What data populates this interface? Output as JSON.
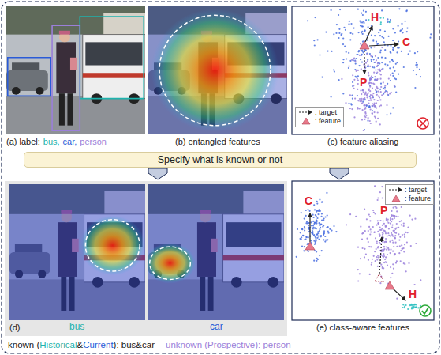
{
  "diagram": {
    "nodes": [
      {
        "text": [
          "Specify what is known or not"
        ]
      }
    ],
    "labels": [
      "(a) label:",
      "bus,",
      "car,",
      "person",
      "(b) entangled features",
      "H",
      "C",
      "P",
      "(c) feature aliasing",
      "(d)",
      "bus",
      "car",
      "C",
      "P",
      "H",
      "(e) class-aware features",
      "known (",
      "Historical",
      "&",
      "Current",
      "): bus&car",
      "unknown (Prospective): person"
    ],
    "legend": [
      {
        "text": ": target"
      },
      {
        "text": ": feature"
      },
      {
        "text": ": target"
      },
      {
        "text": ": feature"
      }
    ]
  }
}
